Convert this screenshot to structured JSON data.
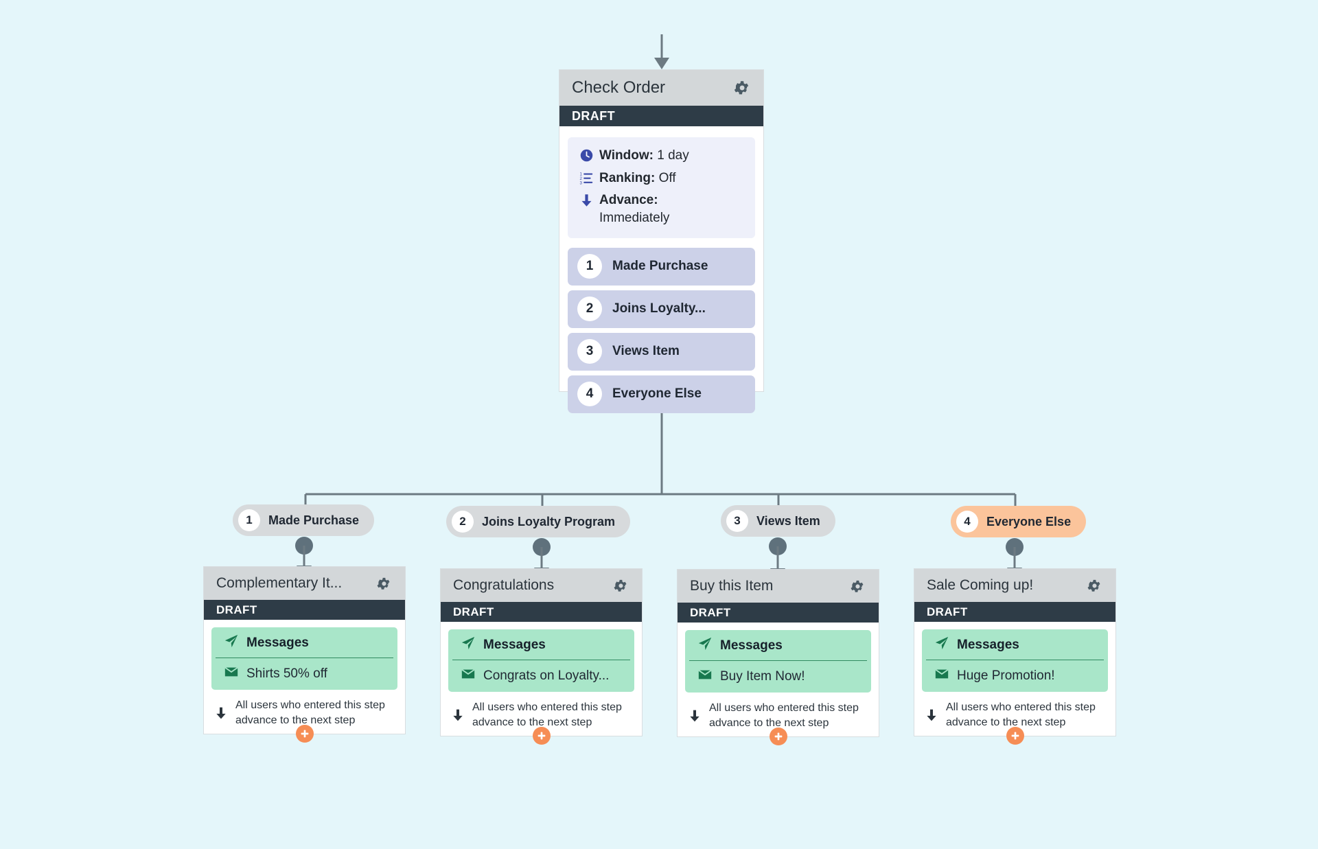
{
  "theme": {
    "background": "#e4f6fa",
    "card_header_bg": "#d3d7d9",
    "draft_bar_bg": "#2e3c47",
    "info_panel_bg": "#eef0fa",
    "branch_item_bg": "#ccd1e8",
    "pill_bg": "#d7dadc",
    "pill_highlight_bg": "#fbc49b",
    "message_box_bg": "#a9e6c9",
    "message_icon_color": "#18784f",
    "accent_orange": "#f68d55",
    "accent_indigo": "#3a4aa8",
    "connector_color": "#6c7a82"
  },
  "main_card": {
    "title": "Check Order",
    "status": "DRAFT",
    "gear_icon": "gear-icon",
    "settings": [
      {
        "icon": "clock-icon",
        "label": "Window:",
        "value": "1 day"
      },
      {
        "icon": "numbered-list-icon",
        "label": "Ranking:",
        "value": "Off"
      },
      {
        "icon": "arrow-down-icon",
        "label": "Advance:",
        "value": "Immediately"
      }
    ],
    "branches": [
      {
        "number": "1",
        "label": "Made Purchase"
      },
      {
        "number": "2",
        "label": "Joins Loyalty..."
      },
      {
        "number": "3",
        "label": "Views Item"
      },
      {
        "number": "4",
        "label": "Everyone Else"
      }
    ]
  },
  "branch_pills": [
    {
      "number": "1",
      "label": "Made Purchase",
      "highlighted": false
    },
    {
      "number": "2",
      "label": "Joins Loyalty Program",
      "highlighted": false
    },
    {
      "number": "3",
      "label": "Views Item",
      "highlighted": false
    },
    {
      "number": "4",
      "label": "Everyone Else",
      "highlighted": true
    }
  ],
  "step_cards": [
    {
      "title": "Complementary It...",
      "status": "DRAFT",
      "gear_icon": "gear-icon",
      "messages_header": "Messages",
      "messages_header_icon": "paper-plane-icon",
      "message_item": "Shirts 50% off",
      "message_item_icon": "envelope-icon",
      "advance_icon": "arrow-down-icon",
      "advance_text": "All users who entered this step advance to the next step",
      "add_icon": "plus-icon"
    },
    {
      "title": "Congratulations",
      "status": "DRAFT",
      "gear_icon": "gear-icon",
      "messages_header": "Messages",
      "messages_header_icon": "paper-plane-icon",
      "message_item": "Congrats on Loyalty...",
      "message_item_icon": "envelope-icon",
      "advance_icon": "arrow-down-icon",
      "advance_text": "All users who entered this step advance to the next step",
      "add_icon": "plus-icon"
    },
    {
      "title": "Buy this Item",
      "status": "DRAFT",
      "gear_icon": "gear-icon",
      "messages_header": "Messages",
      "messages_header_icon": "paper-plane-icon",
      "message_item": "Buy Item Now!",
      "message_item_icon": "envelope-icon",
      "advance_icon": "arrow-down-icon",
      "advance_text": "All users who entered this step advance to the next step",
      "add_icon": "plus-icon"
    },
    {
      "title": "Sale Coming up!",
      "status": "DRAFT",
      "gear_icon": "gear-icon",
      "messages_header": "Messages",
      "messages_header_icon": "paper-plane-icon",
      "message_item": "Huge Promotion!",
      "message_item_icon": "envelope-icon",
      "advance_icon": "arrow-down-icon",
      "advance_text": "All users who entered this step advance to the next step",
      "add_icon": "plus-icon"
    }
  ]
}
